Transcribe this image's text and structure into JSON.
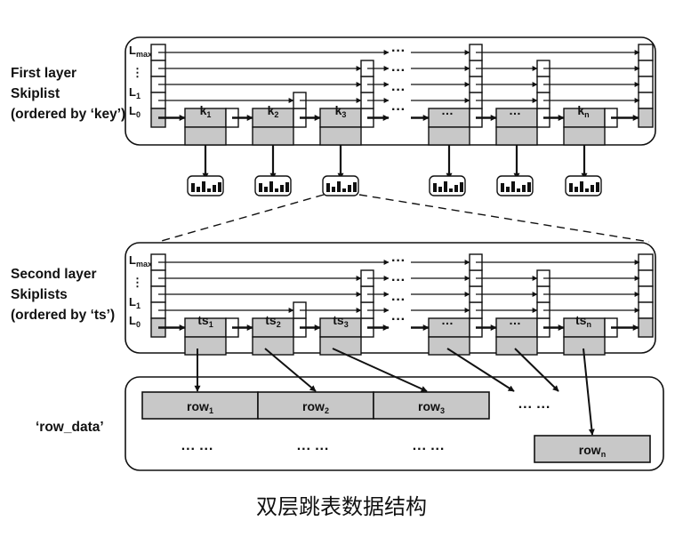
{
  "first_layer": {
    "label_lines": [
      "First layer",
      "Skiplist",
      "(ordered by ‘key’)"
    ],
    "levels": {
      "lmax": {
        "base": "L",
        "sub": "max"
      },
      "vdots": "⋮",
      "l1": {
        "base": "L",
        "sub": "1"
      },
      "l0": {
        "base": "L",
        "sub": "0"
      }
    },
    "nodes": [
      {
        "base": "k",
        "sub": "1"
      },
      {
        "base": "k",
        "sub": "2"
      },
      {
        "base": "k",
        "sub": "3"
      },
      {
        "base": "…",
        "sub": ""
      },
      {
        "base": "…",
        "sub": ""
      },
      {
        "base": "k",
        "sub": "n"
      }
    ],
    "ellipsis": "···"
  },
  "second_layer": {
    "label_lines": [
      "Second layer",
      "Skiplists",
      "(ordered by ‘ts’)"
    ],
    "levels": {
      "lmax": {
        "base": "L",
        "sub": "max"
      },
      "vdots": "⋮",
      "l1": {
        "base": "L",
        "sub": "1"
      },
      "l0": {
        "base": "L",
        "sub": "0"
      }
    },
    "nodes": [
      {
        "base": "ts",
        "sub": "1"
      },
      {
        "base": "ts",
        "sub": "2"
      },
      {
        "base": "ts",
        "sub": "3"
      },
      {
        "base": "…",
        "sub": ""
      },
      {
        "base": "…",
        "sub": ""
      },
      {
        "base": "ts",
        "sub": "n"
      }
    ],
    "ellipsis": "···"
  },
  "row_data": {
    "label": "‘row_data’",
    "rows": [
      {
        "base": "row",
        "sub": "1"
      },
      {
        "base": "row",
        "sub": "2"
      },
      {
        "base": "row",
        "sub": "3"
      }
    ],
    "last_row": {
      "base": "row",
      "sub": "n"
    },
    "gap_dots": "··· ···",
    "bottom_dots": [
      "··· ···",
      "··· ···",
      "··· ···"
    ]
  },
  "caption": "双层跳表数据结构",
  "colors": {
    "node_fill": "#c8c8c8",
    "stroke": "#111111",
    "background": "#ffffff"
  }
}
